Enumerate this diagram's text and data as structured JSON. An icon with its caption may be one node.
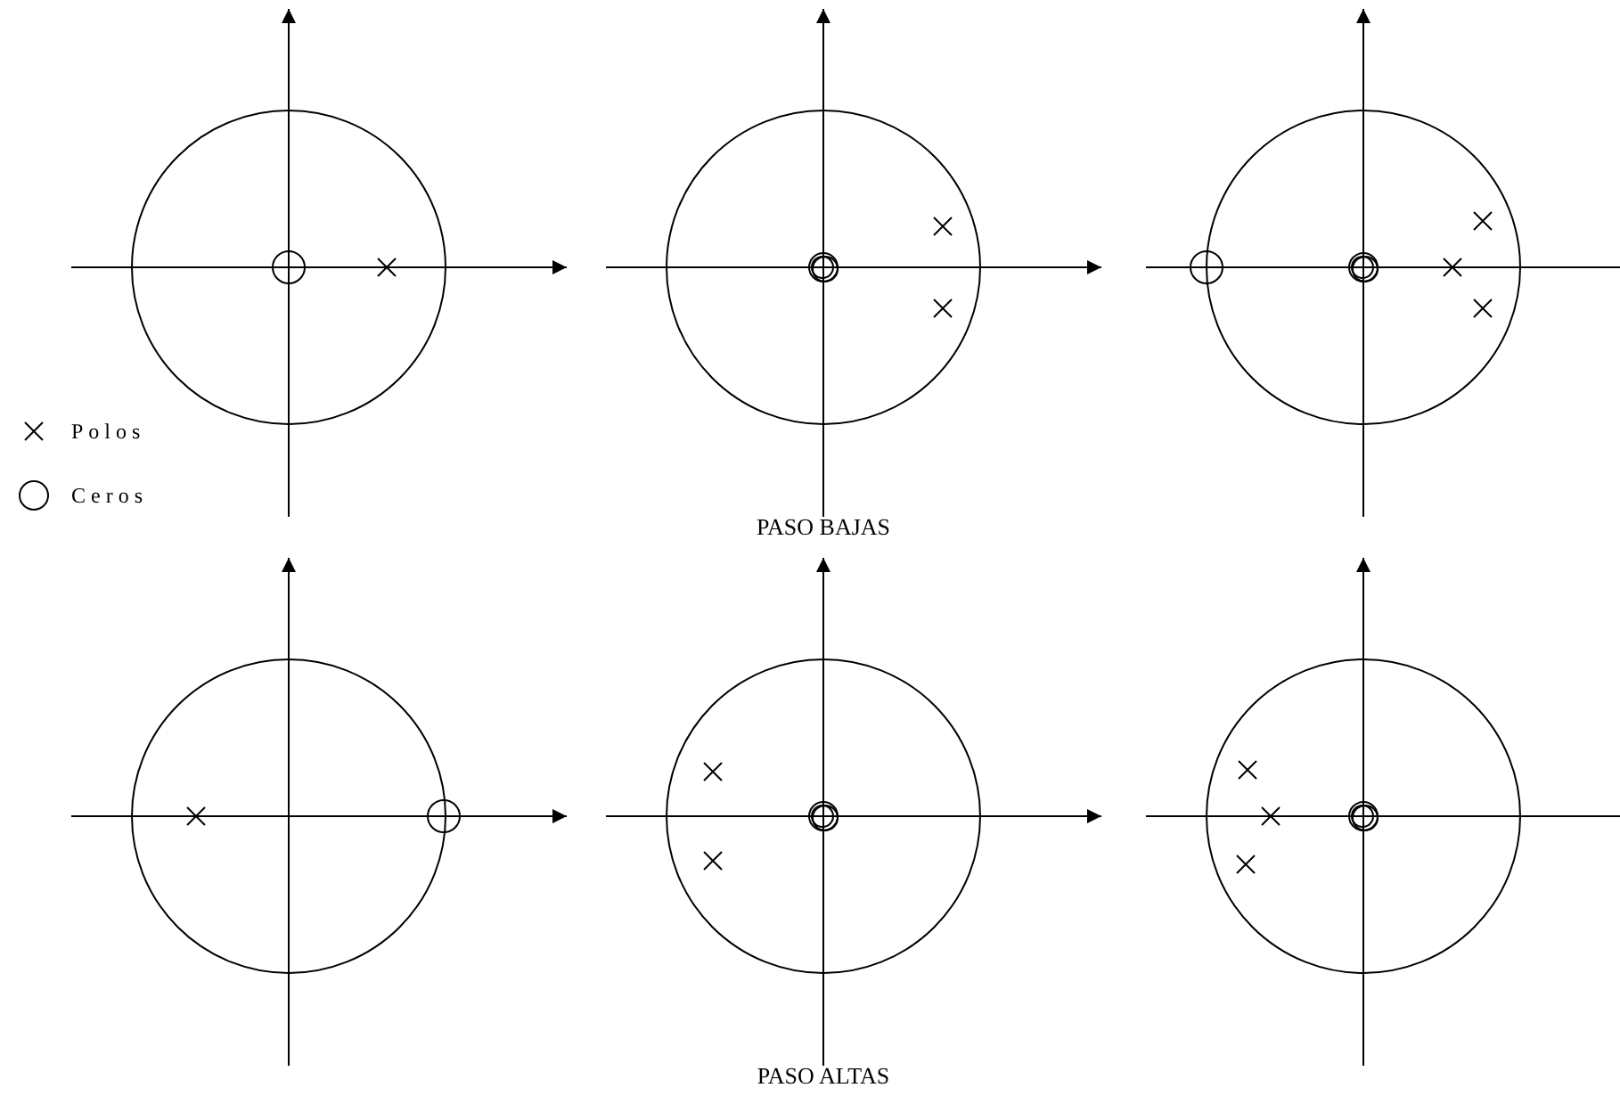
{
  "diagram": {
    "labels": [
      "PASO BAJAS",
      "PASO ALTAS"
    ],
    "legend": [
      {
        "text": "Polos"
      },
      {
        "text": "Ceros"
      }
    ]
  }
}
